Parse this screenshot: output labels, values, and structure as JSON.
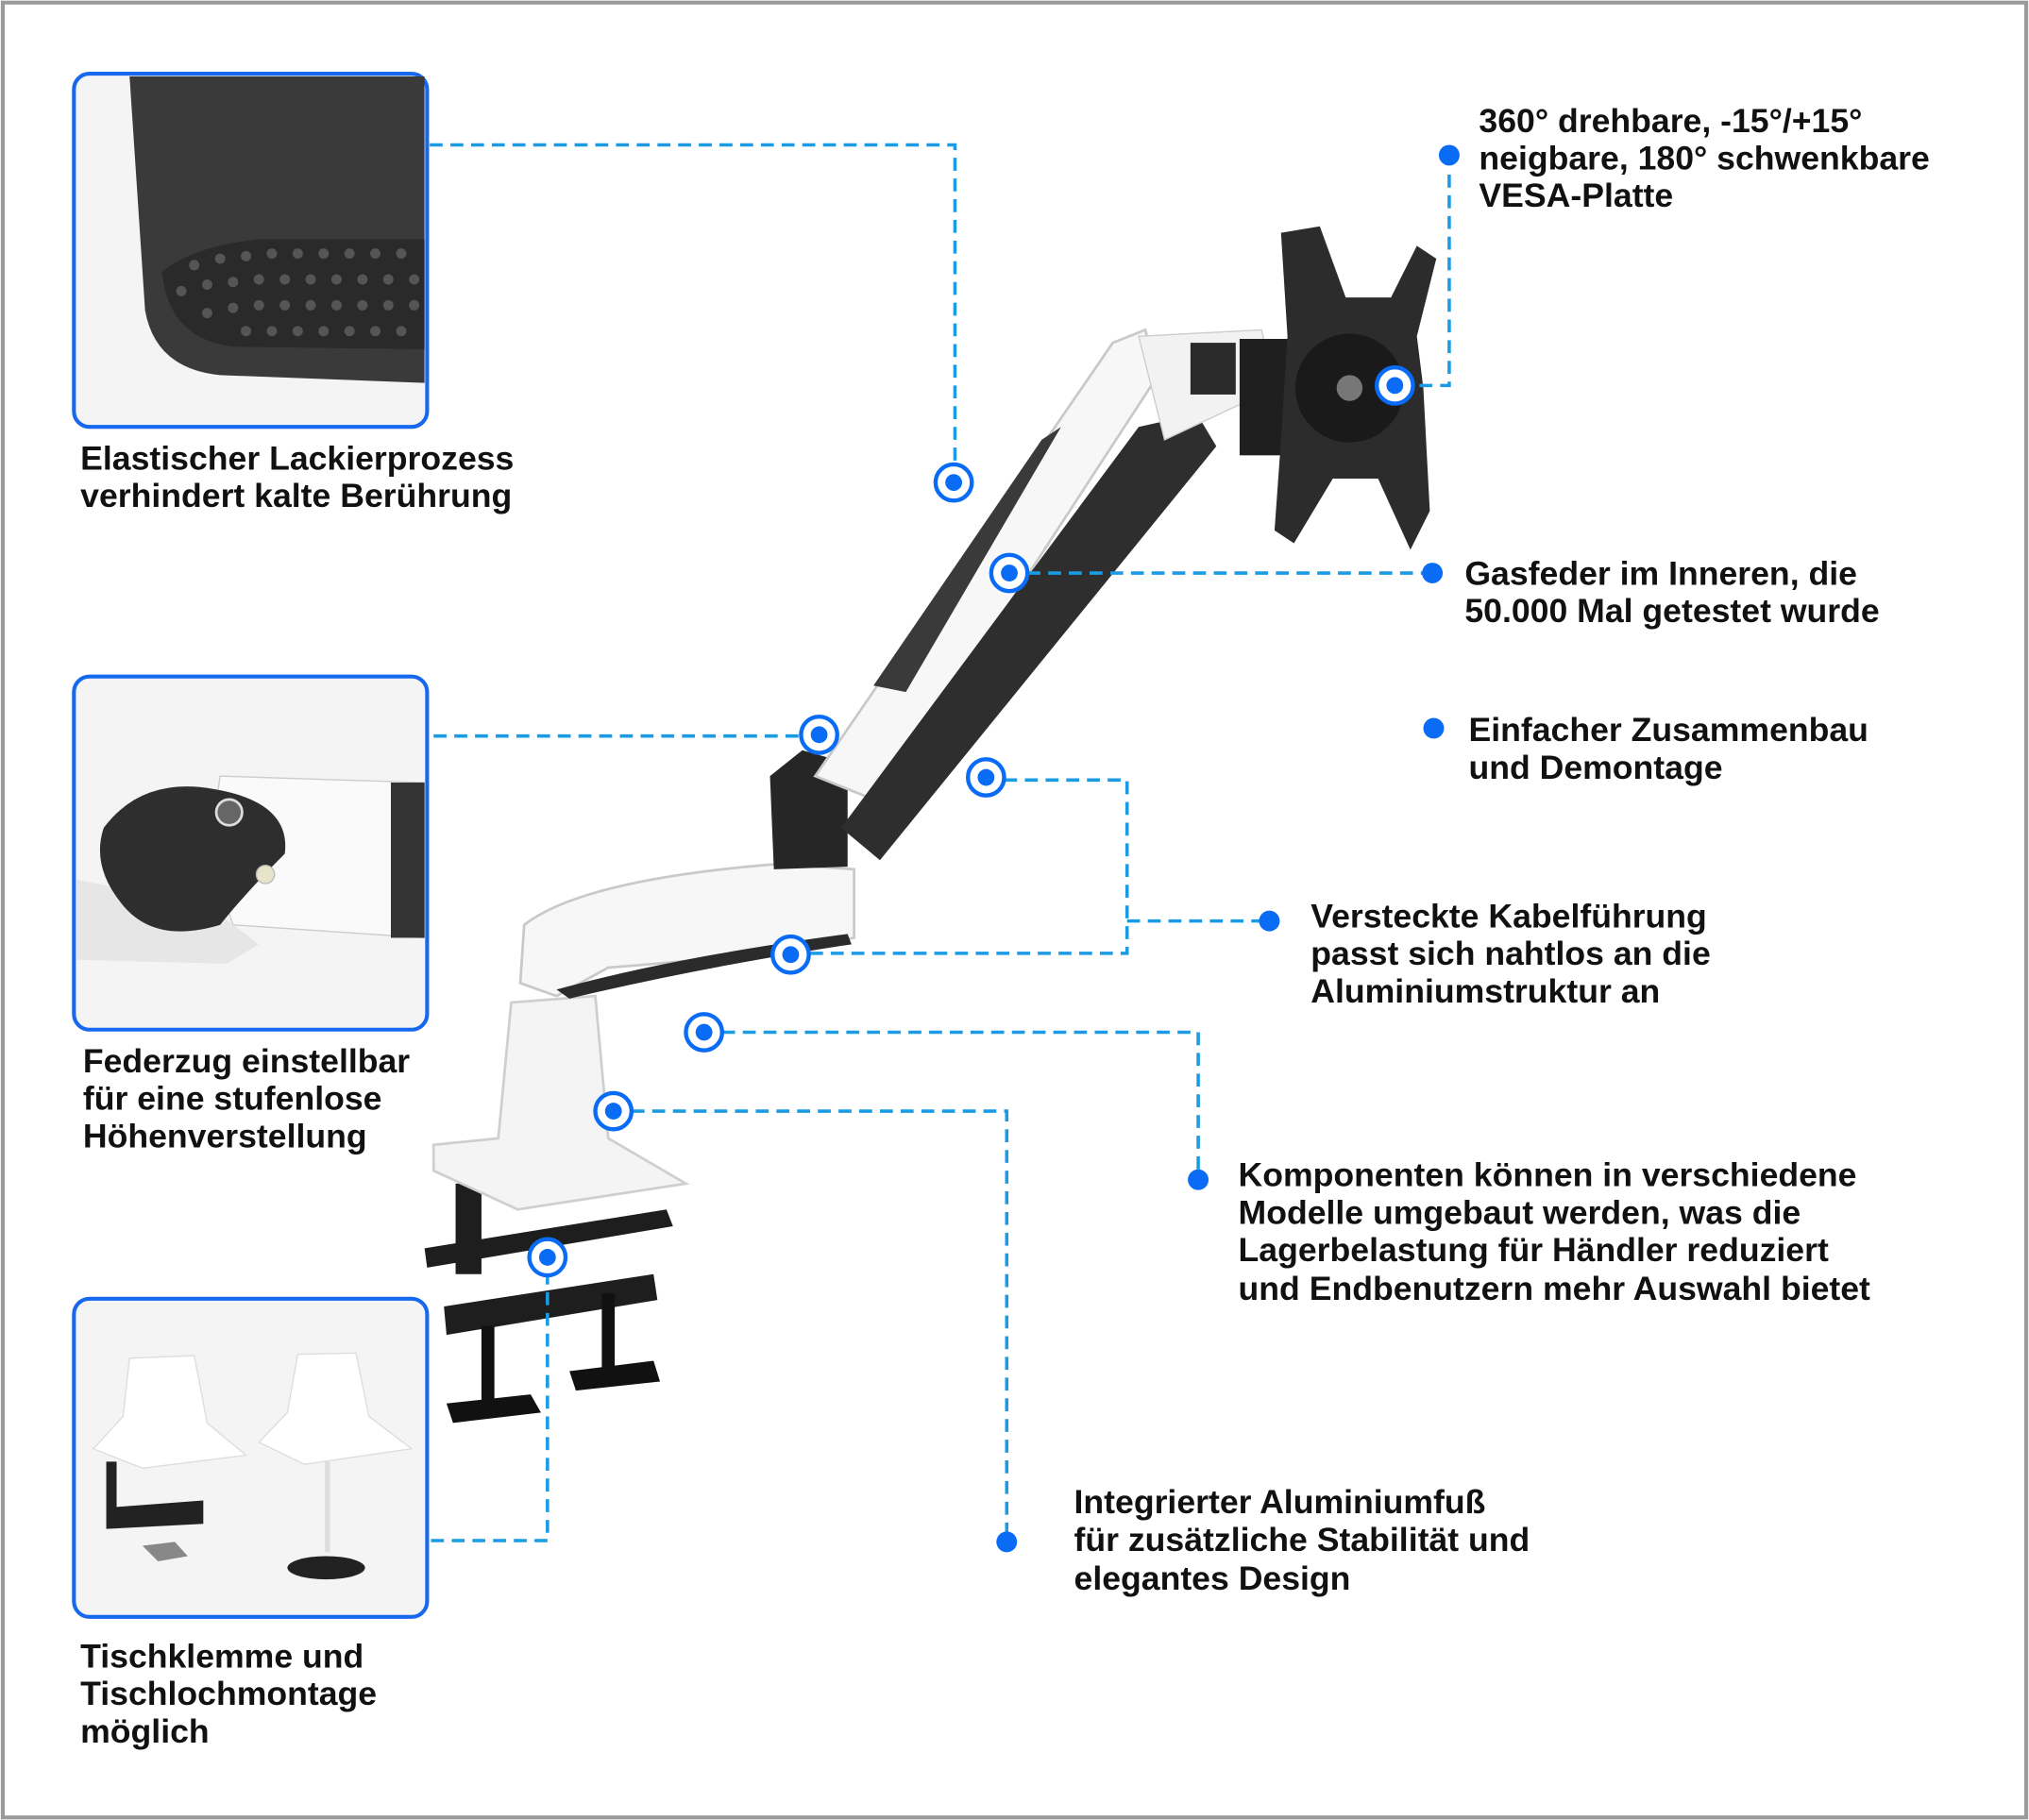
{
  "colors": {
    "accent": "#0a6cf5",
    "connector": "#1b9be3",
    "panel_border": "#1668ee",
    "text": "#111111"
  },
  "insets": [
    {
      "name": "paint-finish-detail",
      "caption": [
        "Elastischer Lackierprozess",
        "verhindert kalte Berührung"
      ]
    },
    {
      "name": "spring-tension-detail",
      "caption": [
        "Federzug einstellbar",
        "für eine stufenlose",
        "Höhenverstellung"
      ]
    },
    {
      "name": "mounting-options-detail",
      "caption": [
        "Tischklemme und",
        "Tischlochmontage",
        "möglich"
      ]
    }
  ],
  "callouts": [
    {
      "lines": [
        "360° drehbare, -15°/+15°",
        "neigbare, 180° schwenkbare",
        "VESA-Platte"
      ]
    },
    {
      "lines": [
        "Gasfeder im Inneren, die",
        "50.000 Mal getestet wurde"
      ]
    },
    {
      "lines": [
        "Einfacher Zusammenbau",
        "und Demontage"
      ]
    },
    {
      "lines": [
        "Versteckte Kabelführung",
        "passt sich nahtlos an die",
        "Aluminiumstruktur an"
      ]
    },
    {
      "lines": [
        "Komponenten können in verschiedene",
        "Modelle umgebaut werden, was die",
        "Lagerbelastung für Händler reduziert",
        "und Endbenutzern mehr Auswahl bietet"
      ]
    },
    {
      "lines": [
        "Integrierter Aluminiumfuß",
        "für zusätzliche Stabilität und",
        "elegantes Design"
      ]
    }
  ]
}
